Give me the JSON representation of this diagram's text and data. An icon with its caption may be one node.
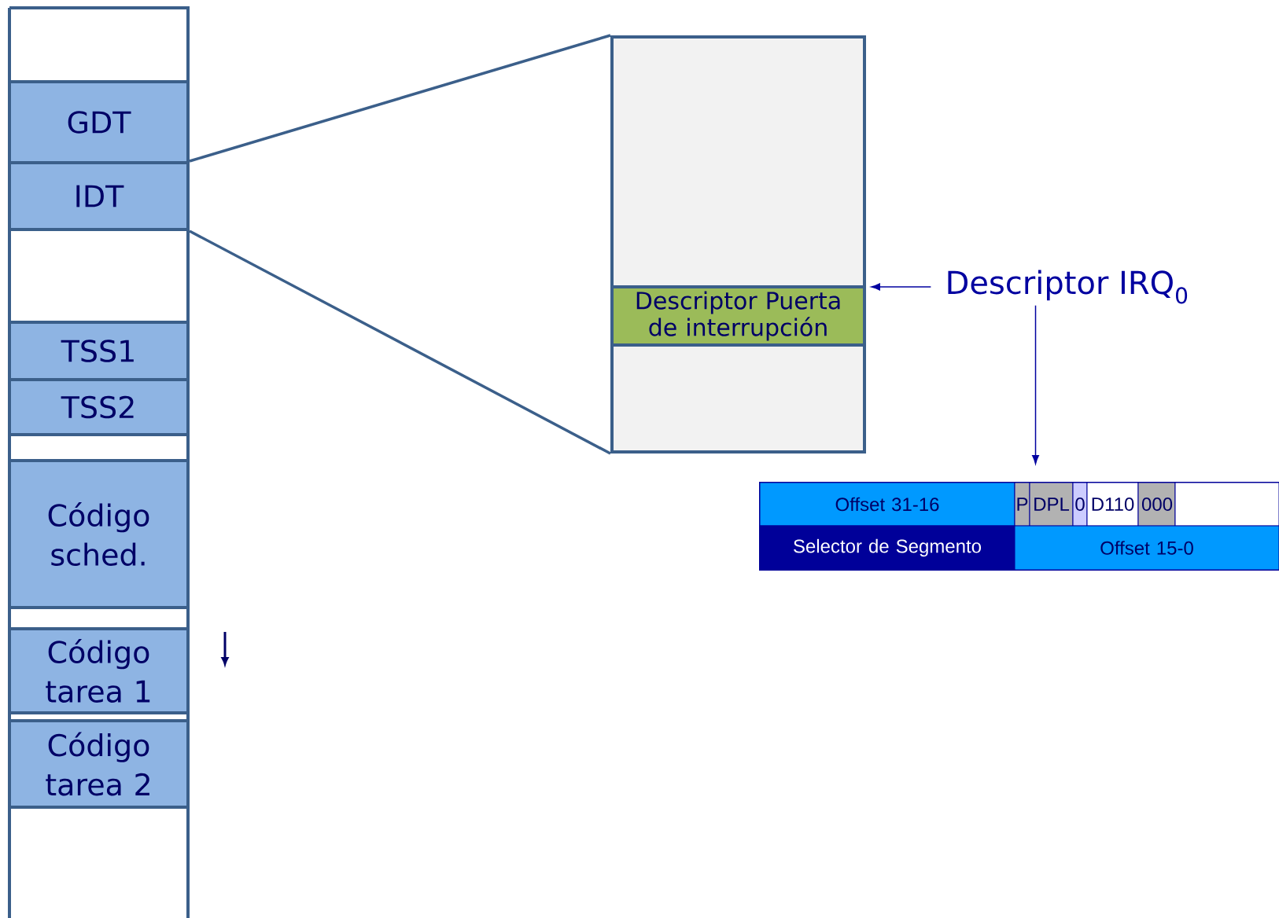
{
  "diagram": {
    "nodes": [
      {
        "text": [
          "GDT"
        ]
      },
      {
        "text": [
          "IDT"
        ]
      },
      {
        "text": [
          "TSS1"
        ]
      },
      {
        "text": [
          "TSS2"
        ]
      },
      {
        "text": [
          "Código sched."
        ]
      },
      {
        "text": [
          "Código tarea 1"
        ]
      },
      {
        "text": [
          "Código tarea 2"
        ]
      },
      {
        "text": [],
        "shape": "box"
      },
      {
        "text": [
          "Descriptor Puerta de interrupción"
        ],
        "in": 7
      },
      {
        "text": [
          "Descriptor IRQ$_{0}$"
        ]
      },
      {
        "text": [],
        "shape": "box"
      },
      {
        "text": [
          "Offset 31-16"
        ],
        "in": 10
      },
      {
        "text": [
          "P"
        ],
        "in": 10
      },
      {
        "text": [
          "DPL"
        ],
        "in": 10
      },
      {
        "text": [
          "0"
        ],
        "in": 10
      },
      {
        "text": [
          "D110"
        ],
        "in": 10
      },
      {
        "text": [
          "000"
        ],
        "in": 10
      },
      {
        "text": [],
        "shape": "box",
        "in": 10
      },
      {
        "text": [
          "Selector de Segmento"
        ],
        "in": 10
      },
      {
        "text": [
          "Offset 15-0"
        ],
        "in": 10
      }
    ],
    "edges": [
      {
        "from": 1,
        "to": 7,
        "arrow": "none",
        "color": "#3b5f8a"
      },
      {
        "from": 1,
        "to": 7,
        "arrow": "none",
        "color": "#3b5f8a"
      },
      {
        "from": 9,
        "to": 8,
        "arrow": "to",
        "color": "#0000a0"
      },
      {
        "from": 9,
        "to": 10,
        "arrow": "to",
        "color": "#0000a0"
      }
    ]
  }
}
